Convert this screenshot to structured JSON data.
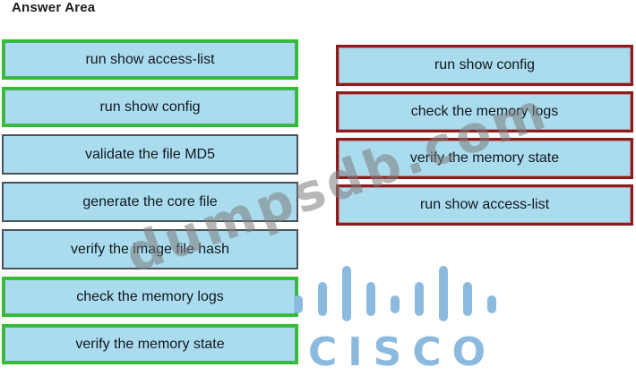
{
  "title": "Answer Area",
  "left_column": {
    "items": [
      {
        "label": "run show access-list",
        "style": "green"
      },
      {
        "label": "run show config",
        "style": "green"
      },
      {
        "label": "validate the file MD5",
        "style": "gray"
      },
      {
        "label": "generate the core file",
        "style": "gray"
      },
      {
        "label": "verify the image file hash",
        "style": "gray"
      },
      {
        "label": "check the memory logs",
        "style": "green"
      },
      {
        "label": "verify the memory state",
        "style": "green"
      }
    ]
  },
  "right_column": {
    "items": [
      {
        "label": "run show config",
        "style": "red"
      },
      {
        "label": "check the memory logs",
        "style": "red"
      },
      {
        "label": "verify the memory state",
        "style": "red"
      },
      {
        "label": "run show access-list",
        "style": "red"
      }
    ]
  },
  "watermark": {
    "text": "dumpsdb.com"
  },
  "logo": {
    "text": "CISCO",
    "bars": [
      "short",
      "med",
      "tall",
      "med",
      "short",
      "med",
      "tall",
      "med",
      "short"
    ]
  },
  "colors": {
    "box_fill": "#abdcee",
    "green_border": "#2fbf2f",
    "gray_border": "#4b5357",
    "red_border": "#8e1c1c",
    "text": "#101820",
    "cisco_blue": "#8cbade",
    "watermark_gray": "#7d7d7d"
  }
}
